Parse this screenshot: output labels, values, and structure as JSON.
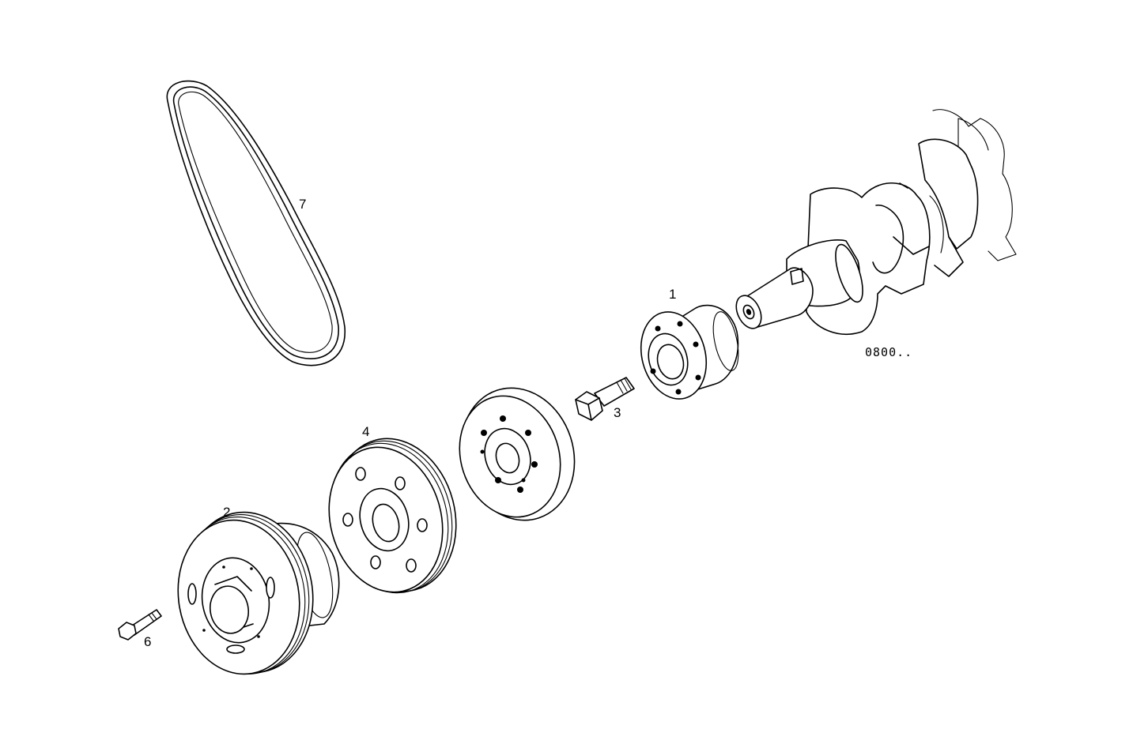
{
  "diagram": {
    "callouts": [
      {
        "id": "1",
        "label": "1"
      },
      {
        "id": "2",
        "label": "2"
      },
      {
        "id": "3",
        "label": "3"
      },
      {
        "id": "4",
        "label": "4"
      },
      {
        "id": "6",
        "label": "6"
      },
      {
        "id": "7",
        "label": "7"
      }
    ],
    "drawing_code": "0800.."
  }
}
